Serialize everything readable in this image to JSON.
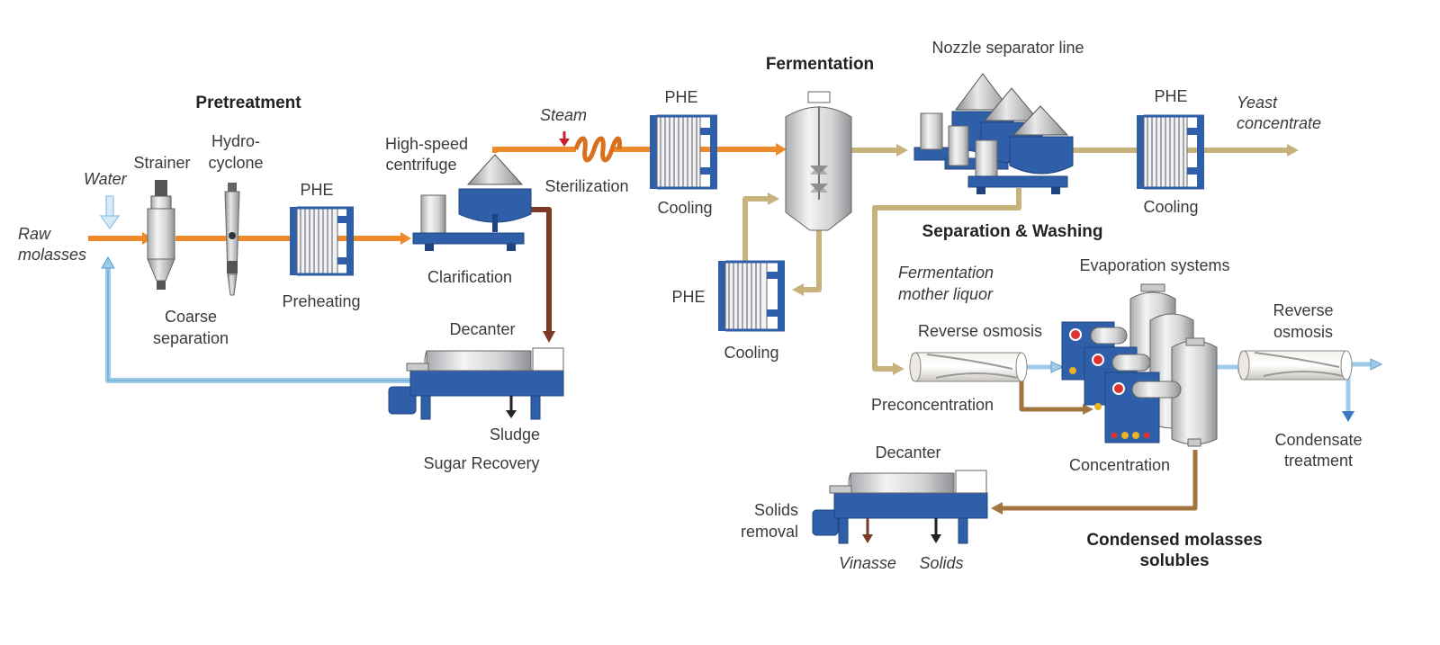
{
  "headings": {
    "pretreatment": "Pretreatment",
    "fermentation": "Fermentation",
    "separation_washing": "Separation & Washing",
    "cms_line1": "Condensed molasses",
    "cms_line2": "solubles"
  },
  "streams": {
    "water": "Water",
    "raw_molasses_line1": "Raw",
    "raw_molasses_line2": "molasses",
    "steam": "Steam",
    "yeast_line1": "Yeast",
    "yeast_line2": "concentrate",
    "mother_liquor_line1": "Fermentation",
    "mother_liquor_line2": "mother liquor",
    "vinasse": "Vinasse",
    "solids": "Solids"
  },
  "equipment": {
    "strainer": "Strainer",
    "hydrocyclone_line1": "Hydro-",
    "hydrocyclone_line2": "cyclone",
    "phe_pretreat": "PHE",
    "high_speed_line1": "High-speed",
    "high_speed_line2": "centrifuge",
    "phe_sterilization": "PHE",
    "nozzle_line": "Nozzle separator line",
    "phe_yeast": "PHE",
    "phe_fermenter": "PHE",
    "decanter_sugar": "Decanter",
    "reverse_osmosis_1": "Reverse osmosis",
    "evaporation": "Evaporation systems",
    "reverse_osmosis_2_line1": "Reverse",
    "reverse_osmosis_2_line2": "osmosis",
    "decanter_cms": "Decanter"
  },
  "steps": {
    "coarse_line1": "Coarse",
    "coarse_line2": "separation",
    "preheating": "Preheating",
    "clarification": "Clarification",
    "sterilization": "Sterilization",
    "cooling_1": "Cooling",
    "cooling_2": "Cooling",
    "cooling_3": "Cooling",
    "sludge": "Sludge",
    "sugar_recovery": "Sugar Recovery",
    "preconcentration": "Preconcentration",
    "concentration": "Concentration",
    "condensate_line1": "Condensate",
    "condensate_line2": "treatment",
    "solids_removal_line1": "Solids",
    "solids_removal_line2": "removal"
  },
  "colors": {
    "molasses_flow": "#ef8a2b",
    "water_flow": "#9fcbe8",
    "sludge_flow": "#7a3a26",
    "broth_flow": "#c7b27c",
    "concentrate_flow": "#a3743f",
    "equipment_blue": "#2f5fa8",
    "steel_gray": "#d9dadc",
    "label_text": "#3a3a3a"
  }
}
